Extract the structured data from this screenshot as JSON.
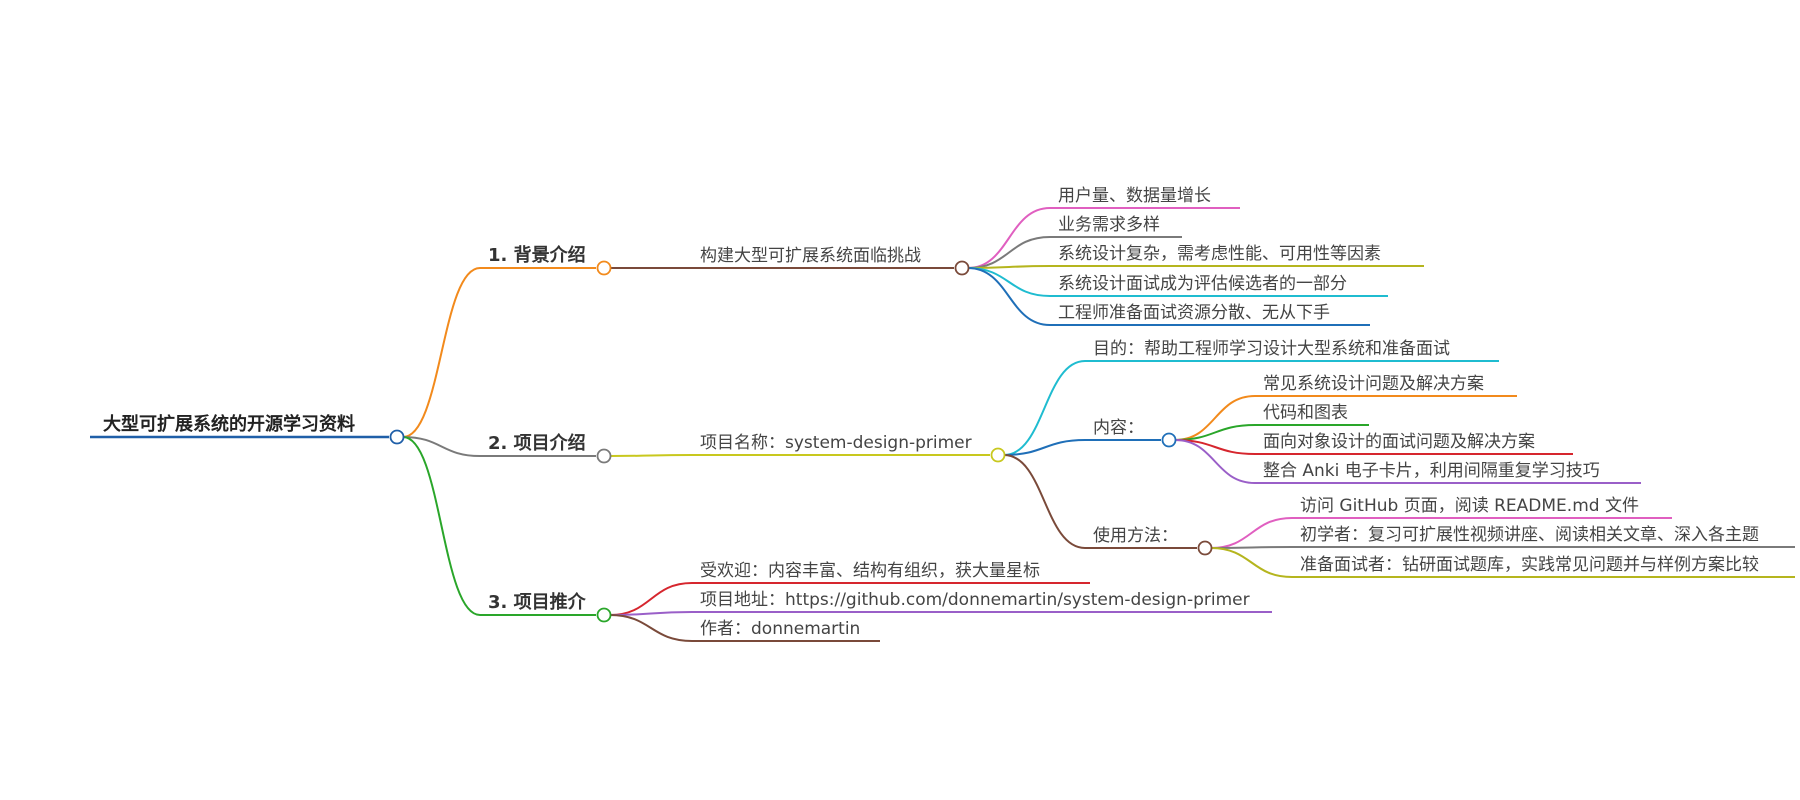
{
  "mindmap": {
    "root": {
      "label": "大型可扩展系统的开源学习资料",
      "color": "#1f5fa8",
      "children": [
        {
          "label": "1. 背景介绍",
          "color": "#f28a1c",
          "children": [
            {
              "label": "构建大型可扩展系统面临挑战",
              "color": "#7a4a3a",
              "children": [
                {
                  "label": "用户量、数据量增长",
                  "color": "#e05fc0"
                },
                {
                  "label": "业务需求多样",
                  "color": "#7a7a7a"
                },
                {
                  "label": "系统设计复杂，需考虑性能、可用性等因素",
                  "color": "#b5b51e"
                },
                {
                  "label": "系统设计面试成为评估候选者的一部分",
                  "color": "#1fbcd0"
                },
                {
                  "label": "工程师准备面试资源分散、无从下手",
                  "color": "#1f6fb8"
                }
              ]
            }
          ]
        },
        {
          "label": "2. 项目介绍",
          "color": "#7a7a7a",
          "children": [
            {
              "label": "项目名称：system-design-primer",
              "color": "#c8c81e",
              "children": [
                {
                  "label": "目的：帮助工程师学习设计大型系统和准备面试",
                  "color": "#1fbcd0"
                },
                {
                  "label": "内容：",
                  "color": "#1f6fb8",
                  "children": [
                    {
                      "label": "常见系统设计问题及解决方案",
                      "color": "#f28a1c"
                    },
                    {
                      "label": "代码和图表",
                      "color": "#2aa62a"
                    },
                    {
                      "label": "面向对象设计的面试问题及解决方案",
                      "color": "#d6262e"
                    },
                    {
                      "label": "整合 Anki 电子卡片，利用间隔重复学习技巧",
                      "color": "#9a5fc8"
                    }
                  ]
                },
                {
                  "label": "使用方法：",
                  "color": "#7a4a3a",
                  "children": [
                    {
                      "label": "访问 GitHub 页面，阅读 README.md 文件",
                      "color": "#e05fc0"
                    },
                    {
                      "label": "初学者：复习可扩展性视频讲座、阅读相关文章、深入各主题",
                      "color": "#7a7a7a"
                    },
                    {
                      "label": "准备面试者：钻研面试题库，实践常见问题并与样例方案比较",
                      "color": "#b5b51e"
                    }
                  ]
                }
              ]
            }
          ]
        },
        {
          "label": "3. 项目推介",
          "color": "#2aa62a",
          "children": [
            {
              "label": "受欢迎：内容丰富、结构有组织，获大量星标",
              "color": "#d6262e"
            },
            {
              "label": "项目地址：https://github.com/donnemartin/system-design-primer",
              "color": "#9a5fc8"
            },
            {
              "label": "作者：donnemartin",
              "color": "#7a4a3a"
            }
          ]
        }
      ]
    }
  }
}
